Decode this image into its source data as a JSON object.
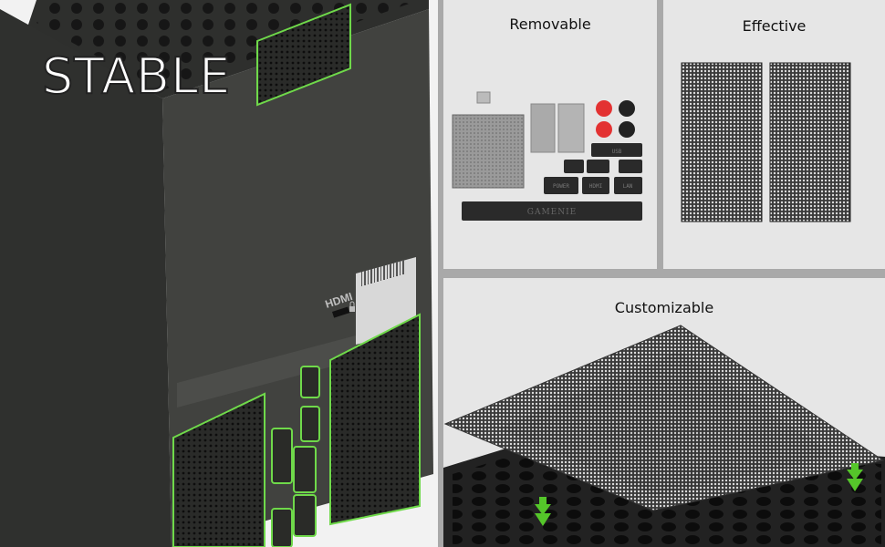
{
  "left_panel": {
    "headline": "STABLE",
    "port_label": "HDMI"
  },
  "removable": {
    "caption": "Removable",
    "tag_labels": [
      "POWER",
      "HDMI",
      "LAN",
      "USB"
    ],
    "long_tag": "GAMENIE"
  },
  "effective": {
    "caption": "Effective"
  },
  "customizable": {
    "caption": "Customizable"
  },
  "colors": {
    "console_body": "#3b3c39",
    "highlight_green": "#6fd94a",
    "panel_bg": "#e6e6e6",
    "divider": "#a9a9a9",
    "arrow_green": "#55c62a"
  },
  "icons": [
    "arrow-down-icon",
    "lock-icon",
    "usb-port-icon"
  ]
}
